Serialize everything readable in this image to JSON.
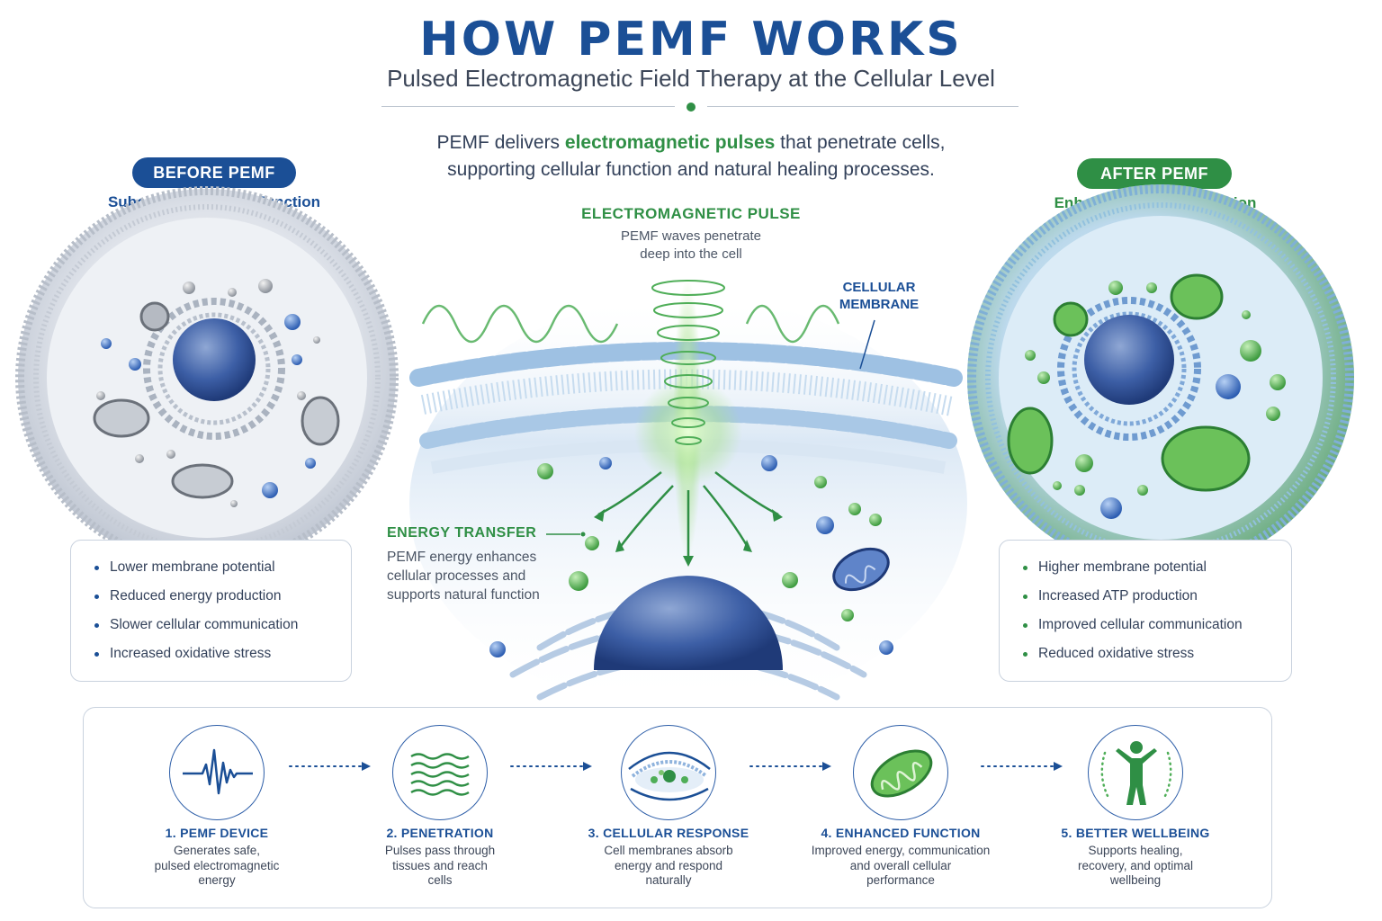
{
  "header": {
    "title": "HOW PEMF WORKS",
    "subtitle": "Pulsed Electromagnetic Field Therapy at the Cellular Level",
    "intro_before": "PEMF delivers ",
    "intro_highlight": "electromagnetic pulses",
    "intro_after": " that penetrate cells,",
    "intro_line2": "supporting cellular function and natural healing processes."
  },
  "before": {
    "badge": "BEFORE PEMF",
    "subtitle": "Suboptimal Cellular Function",
    "items": [
      "Lower membrane potential",
      "Reduced energy production",
      "Slower cellular communication",
      "Increased oxidative stress"
    ]
  },
  "after": {
    "badge": "AFTER PEMF",
    "subtitle": "Enhanced Cellular Function",
    "items": [
      "Higher membrane potential",
      "Increased ATP production",
      "Improved cellular communication",
      "Reduced oxidative stress"
    ]
  },
  "center": {
    "pulse_label": "ELECTROMAGNETIC PULSE",
    "pulse_desc_line1": "PEMF waves penetrate",
    "pulse_desc_line2": "deep into the cell",
    "membrane_label_line1": "CELLULAR",
    "membrane_label_line2": "MEMBRANE",
    "energy_label": "ENERGY TRANSFER",
    "energy_desc_line1": "PEMF energy enhances",
    "energy_desc_line2": "cellular processes and",
    "energy_desc_line3": "supports natural function"
  },
  "steps": [
    {
      "title": "1. PEMF DEVICE",
      "desc1": "Generates safe,",
      "desc2": "pulsed electromagnetic",
      "desc3": "energy",
      "icon": "waveform-icon"
    },
    {
      "title": "2. PENETRATION",
      "desc1": "Pulses pass through",
      "desc2": "tissues and reach",
      "desc3": "cells",
      "icon": "waves-icon"
    },
    {
      "title": "3. CELLULAR RESPONSE",
      "desc1": "Cell membranes absorb",
      "desc2": "energy and respond",
      "desc3": "naturally",
      "icon": "cell-icon"
    },
    {
      "title": "4. ENHANCED FUNCTION",
      "desc1": "Improved energy, communication",
      "desc2": "and overall cellular",
      "desc3": "performance",
      "icon": "mitochondria-icon"
    },
    {
      "title": "5. BETTER WELLBEING",
      "desc1": "Supports healing,",
      "desc2": "recovery, and optimal",
      "desc3": "wellbeing",
      "icon": "person-icon"
    }
  ],
  "colors": {
    "primary_blue": "#1b4f96",
    "primary_green": "#2f8f45"
  }
}
